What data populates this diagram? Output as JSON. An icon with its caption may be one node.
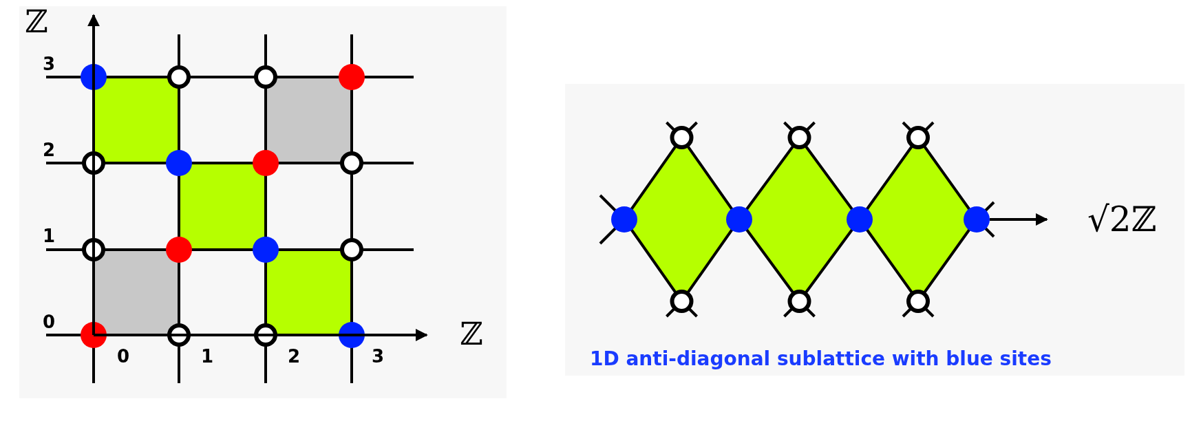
{
  "diagram": {
    "labels": [
      "ℤ",
      "3",
      "2",
      "1",
      "0",
      "ℤ",
      "0",
      "1",
      "2",
      "3",
      "√2ℤ",
      "1D anti-diagonal sublattice with blue sites"
    ]
  }
}
